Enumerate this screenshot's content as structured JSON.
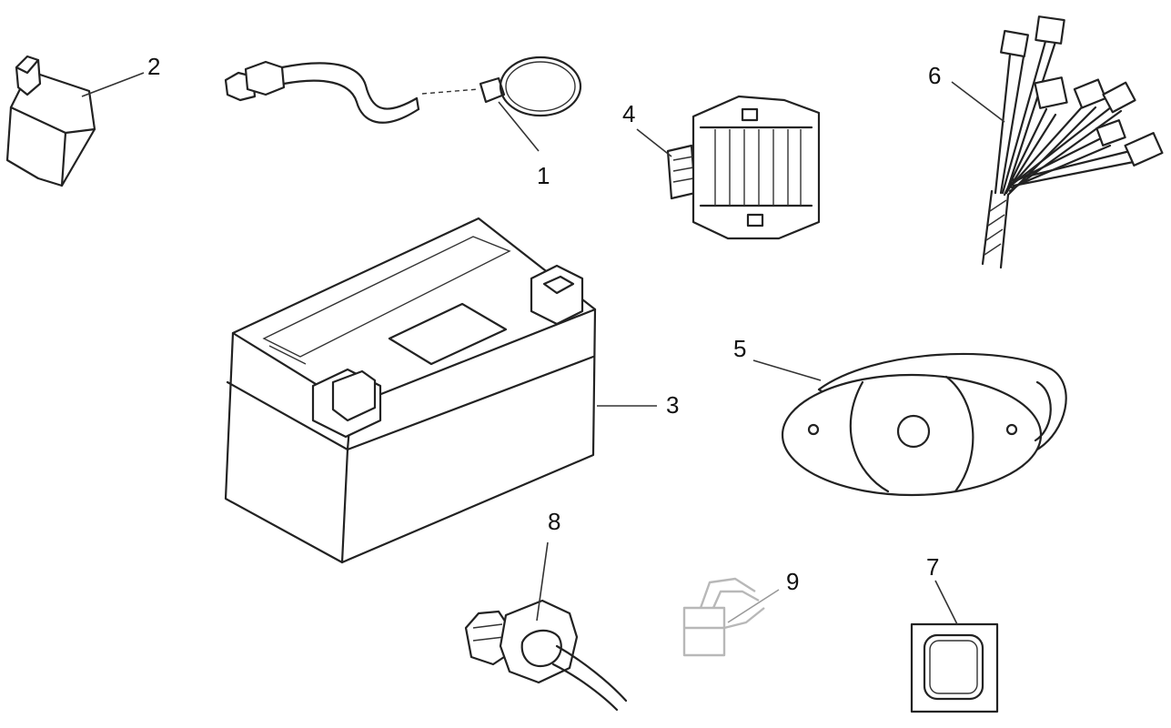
{
  "diagram": {
    "callouts": [
      "1",
      "2",
      "3",
      "4",
      "5",
      "6",
      "7",
      "8",
      "9"
    ],
    "colors": {
      "line": "#222222",
      "background": "#ffffff",
      "faded_part": "#b8b8b8"
    }
  }
}
